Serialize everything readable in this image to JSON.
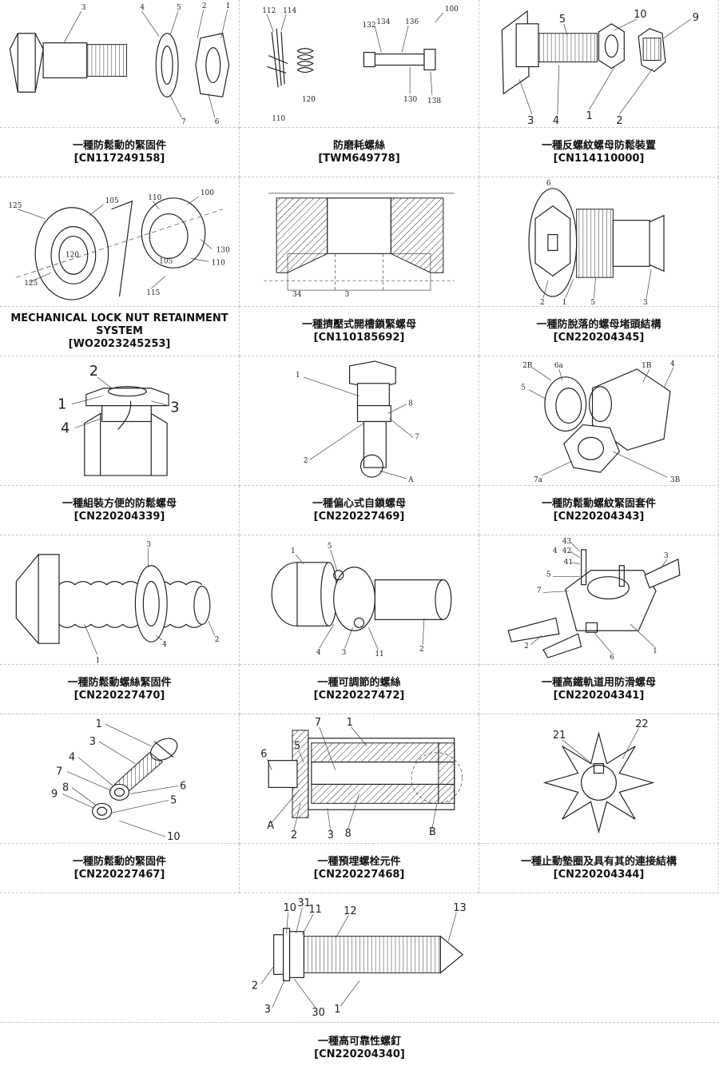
{
  "items": [
    {
      "title": "一種防鬆動的緊固件",
      "code": "[CN117249158]",
      "labels": [
        "3",
        "4",
        "5",
        "2",
        "1",
        "7",
        "6"
      ]
    },
    {
      "title": "防磨耗螺絲",
      "code": "[TWM649778]",
      "labels": [
        "112",
        "114",
        "110",
        "120",
        "132",
        "134",
        "136",
        "130",
        "138",
        "100"
      ]
    },
    {
      "title": "一種反螺紋螺母防鬆裝置",
      "code": "[CN114110000]",
      "labels": [
        "5",
        "10",
        "9",
        "3",
        "4",
        "1",
        "2"
      ]
    },
    {
      "title": "MECHANICAL LOCK NUT RETAINMENT SYSTEM",
      "code": "[WO2023245253]",
      "labels": [
        "125",
        "105",
        "110",
        "100",
        "120",
        "130",
        "105",
        "110",
        "125",
        "115"
      ]
    },
    {
      "title": "一種擠壓式開槽鎖緊螺母",
      "code": "[CN110185692]",
      "labels": [
        "3",
        "34"
      ]
    },
    {
      "title": "一種防脫落的螺母堵頭結構",
      "code": "[CN220204345]",
      "labels": [
        "6",
        "2",
        "1",
        "5",
        "3"
      ]
    },
    {
      "title": "一種組裝方便的防鬆螺母",
      "code": "[CN220204339]",
      "labels": [
        "2",
        "1",
        "3",
        "4"
      ]
    },
    {
      "title": "一種偏心式自鎖螺母",
      "code": "[CN220227469]",
      "labels": [
        "1",
        "8",
        "7",
        "2",
        "A"
      ]
    },
    {
      "title": "一種防鬆動螺紋緊固套件",
      "code": "[CN220204343]",
      "labels": [
        "2B",
        "6a",
        "5",
        "1B",
        "4",
        "7a",
        "3B"
      ]
    },
    {
      "title": "一種防鬆動螺絲緊固件",
      "code": "[CN220227470]",
      "labels": [
        "3",
        "1",
        "4",
        "2"
      ]
    },
    {
      "title": "一種可調節的螺絲",
      "code": "[CN220227472]",
      "labels": [
        "1",
        "5",
        "4",
        "3",
        "11",
        "2"
      ]
    },
    {
      "title": "一種高鐵軌道用防滑螺母",
      "code": "[CN220204341]",
      "labels": [
        "43",
        "42",
        "41",
        "4",
        "5",
        "7",
        "3",
        "2",
        "6",
        "1"
      ]
    },
    {
      "title": "一種防鬆動的緊固件",
      "code": "[CN220227467]",
      "labels": [
        "1",
        "3",
        "4",
        "7",
        "6",
        "9",
        "8",
        "5",
        "10"
      ]
    },
    {
      "title": "一種預埋螺栓元件",
      "code": "[CN220227468]",
      "labels": [
        "7",
        "1",
        "5",
        "6",
        "A",
        "2",
        "3",
        "8",
        "B"
      ]
    },
    {
      "title": "一種止動墊圈及具有其的連接結構",
      "code": "[CN220204344]",
      "labels": [
        "21",
        "22"
      ]
    },
    {
      "title": "一種高可靠性螺釘",
      "code": "[CN220204340]",
      "labels": [
        "10",
        "31",
        "11",
        "12",
        "13",
        "2",
        "3",
        "30",
        "1"
      ]
    }
  ]
}
